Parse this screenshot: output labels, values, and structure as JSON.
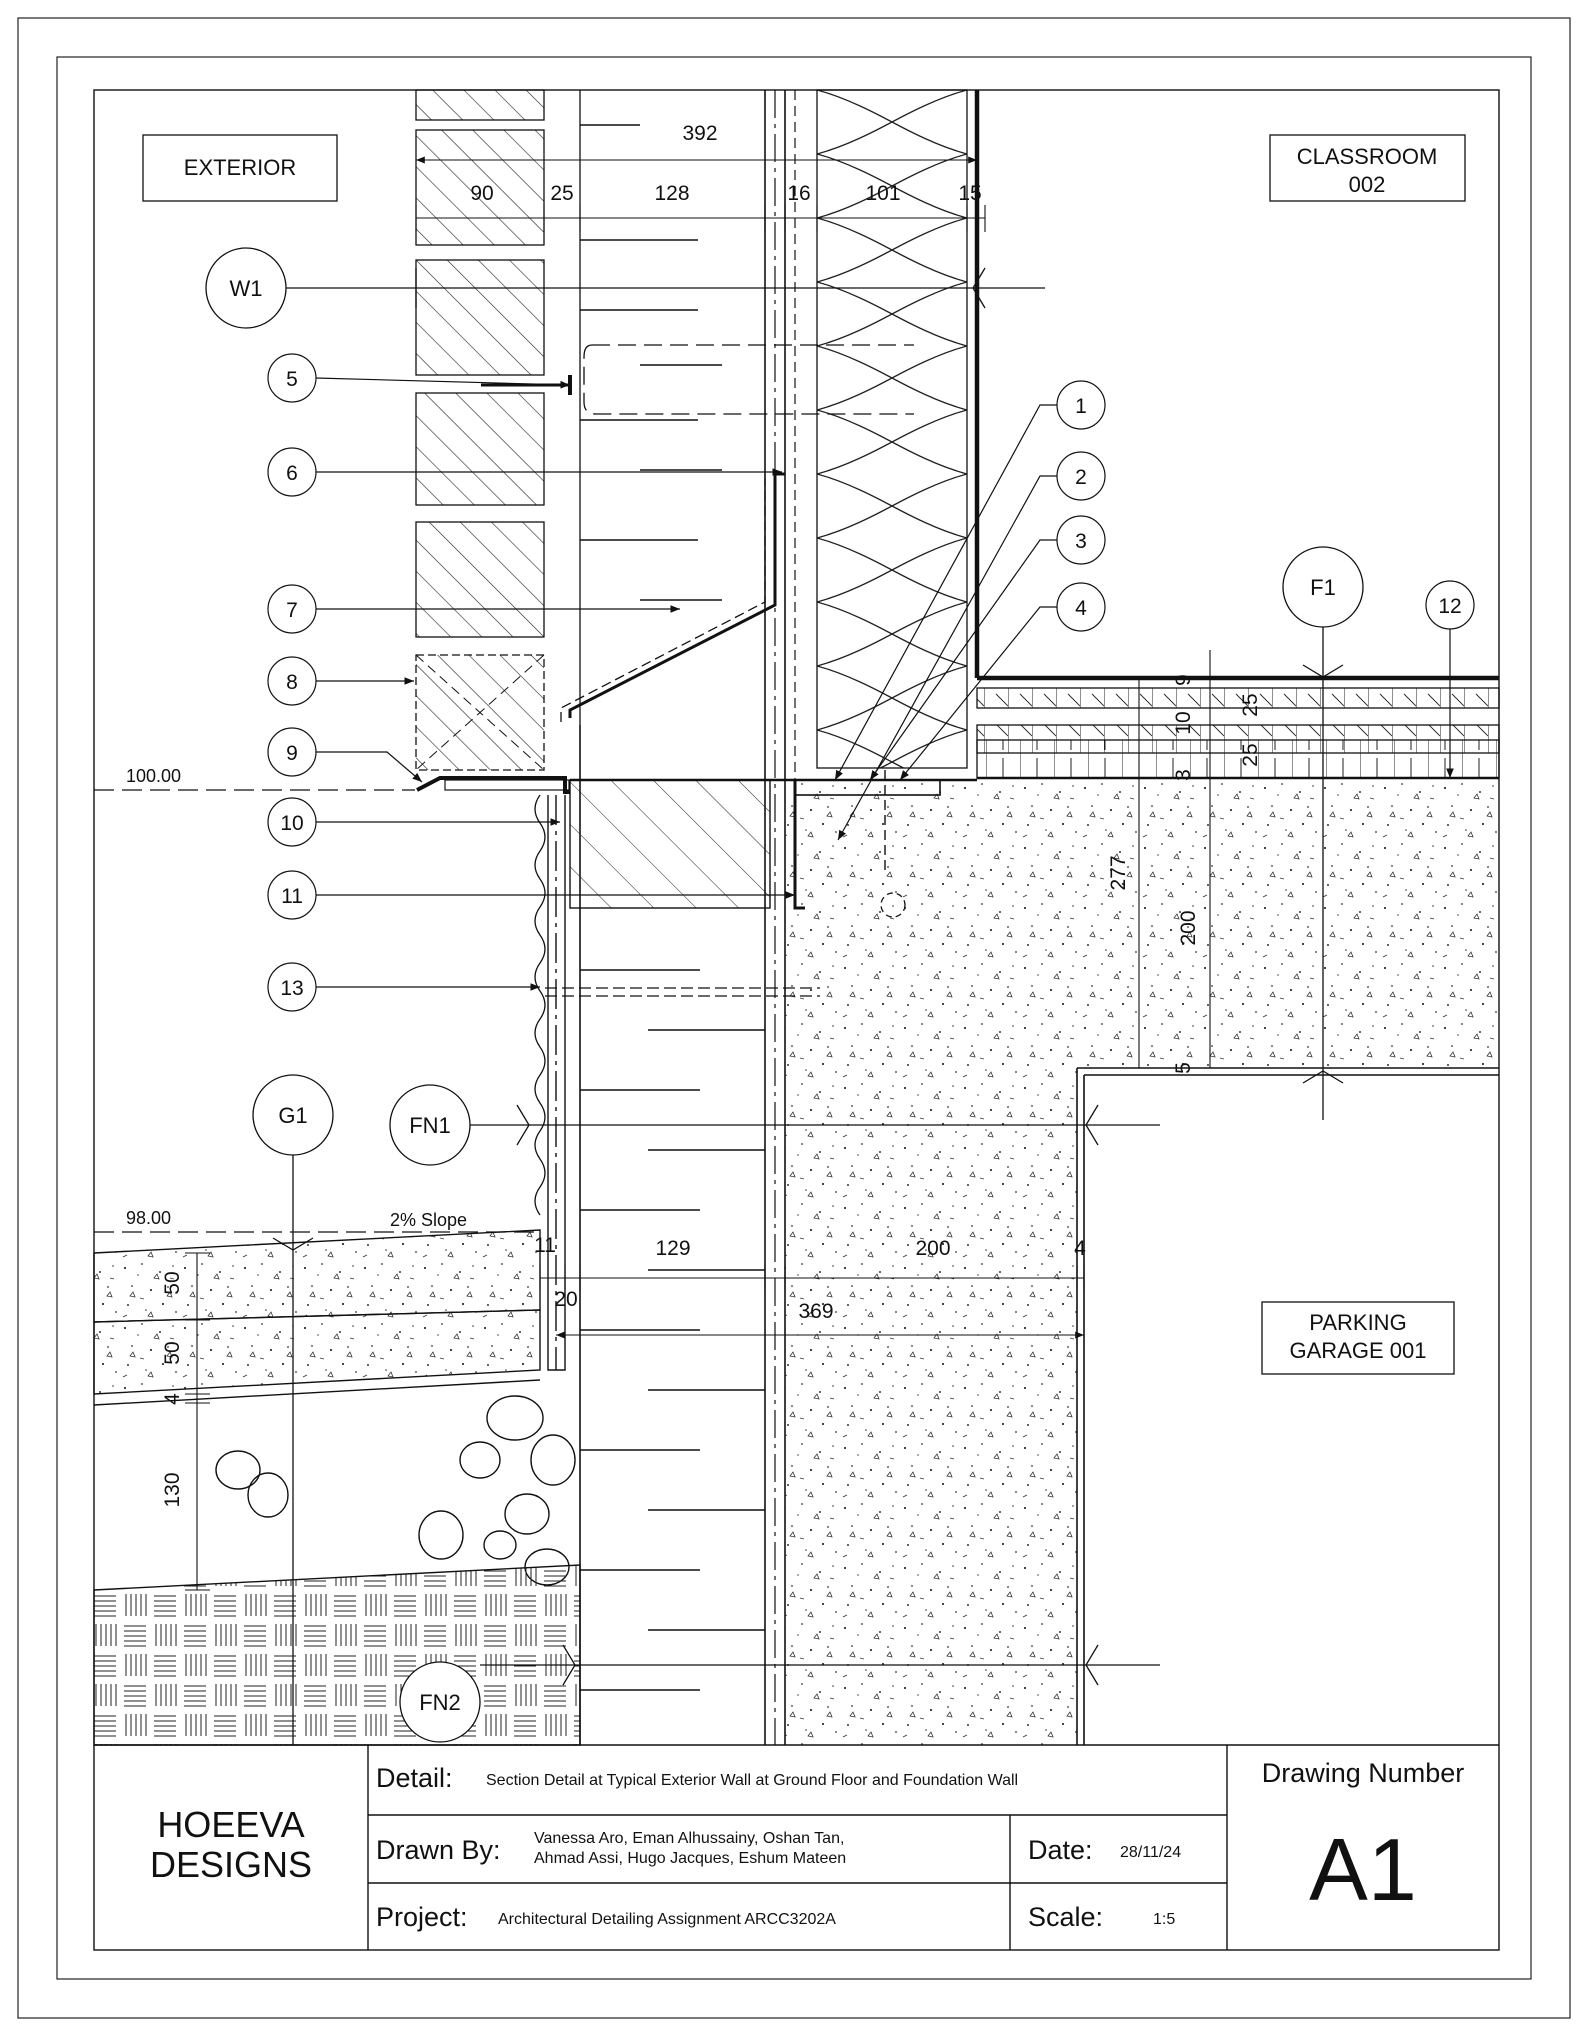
{
  "rooms": {
    "exterior": "EXTERIOR",
    "classroom_line1": "CLASSROOM",
    "classroom_line2": "002",
    "parking_line1": "PARKING",
    "parking_line2": "GARAGE 001"
  },
  "section_tags": [
    "W1",
    "F1",
    "G1",
    "FN1",
    "FN2"
  ],
  "callouts": [
    "1",
    "2",
    "3",
    "4",
    "5",
    "6",
    "7",
    "8",
    "9",
    "10",
    "11",
    "12",
    "13"
  ],
  "levels": [
    "100.00",
    "98.00"
  ],
  "slope_note": "2% Slope",
  "dimensions": {
    "top": [
      "392",
      "90",
      "25",
      "128",
      "16",
      "101",
      "15"
    ],
    "floor_right": [
      "9",
      "10",
      "3",
      "25",
      "25",
      "277",
      "200",
      "5"
    ],
    "foundation": [
      "11",
      "20",
      "129",
      "200",
      "4",
      "369"
    ],
    "grade_left": [
      "50",
      "50",
      "4",
      "130"
    ]
  },
  "title_block": {
    "firm_line1": "HOEEVA",
    "firm_line2": "DESIGNS",
    "detail_label": "Detail:",
    "detail_value": "Section Detail at Typical Exterior Wall at Ground Floor and Foundation Wall",
    "drawn_label": "Drawn By:",
    "drawn_line1": "Vanessa Aro, Eman Alhussainy, Oshan Tan,",
    "drawn_line2": "Ahmad Assi, Hugo Jacques, Eshum Mateen",
    "date_label": "Date:",
    "date_value": "28/11/24",
    "project_label": "Project:",
    "project_value": "Architectural Detailing Assignment ARCC3202A",
    "scale_label": "Scale:",
    "scale_value": "1:5",
    "drawing_number_label": "Drawing Number",
    "drawing_number": "A1"
  }
}
